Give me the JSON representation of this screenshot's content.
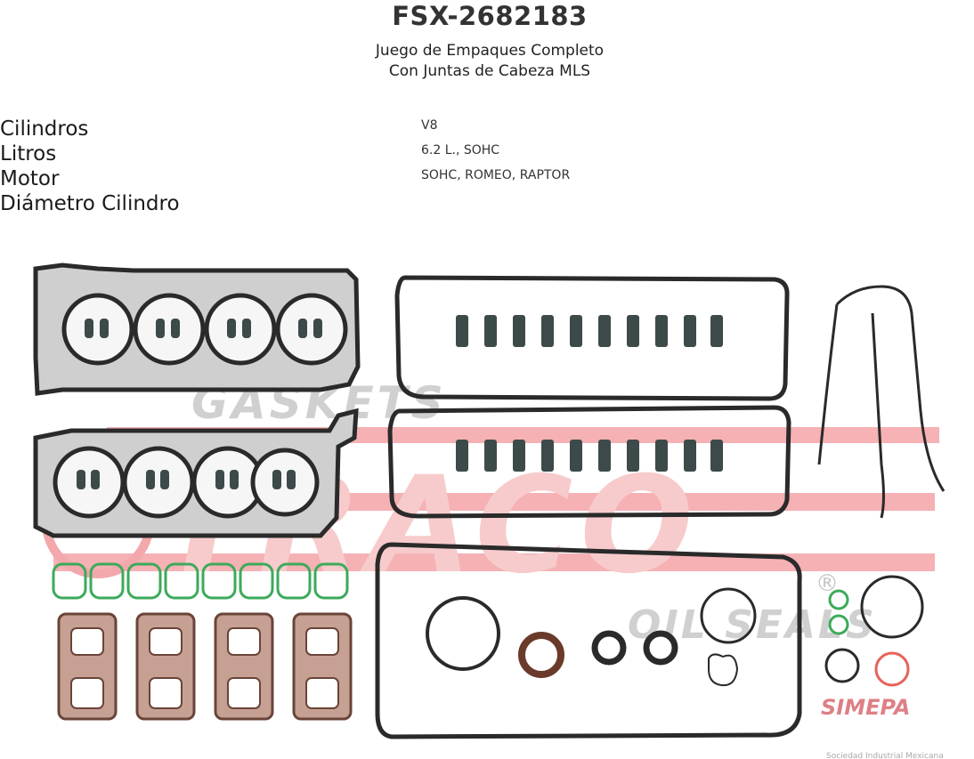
{
  "header": {
    "part_number": "FSX-2682183",
    "description_line1": "Juego de Empaques Completo",
    "description_line2": "Con Juntas de Cabeza MLS"
  },
  "specs": [
    {
      "label": "Cilindros",
      "value": "V8"
    },
    {
      "label": "Litros",
      "value": "6.2 L., SOHC"
    },
    {
      "label": "Motor",
      "value": "SOHC, ROMEO, RAPTOR"
    },
    {
      "label": "Diámetro Cilindro",
      "value": ""
    }
  ],
  "watermark": {
    "brand": "TRACO",
    "gaskets": "GASKETS",
    "oil_seals": "OIL SEALS",
    "registered": "®",
    "simepa": "SIMEPA",
    "simepa_caption": "Sociedad Industrial Mexicana"
  },
  "colors": {
    "watermark_red": "#e8323a",
    "watermark_gray": "#9a9a9a",
    "gasket_dark": "#2a2a2a",
    "gasket_copper": "#8a5a4a",
    "seal_green": "#3caa5a"
  }
}
